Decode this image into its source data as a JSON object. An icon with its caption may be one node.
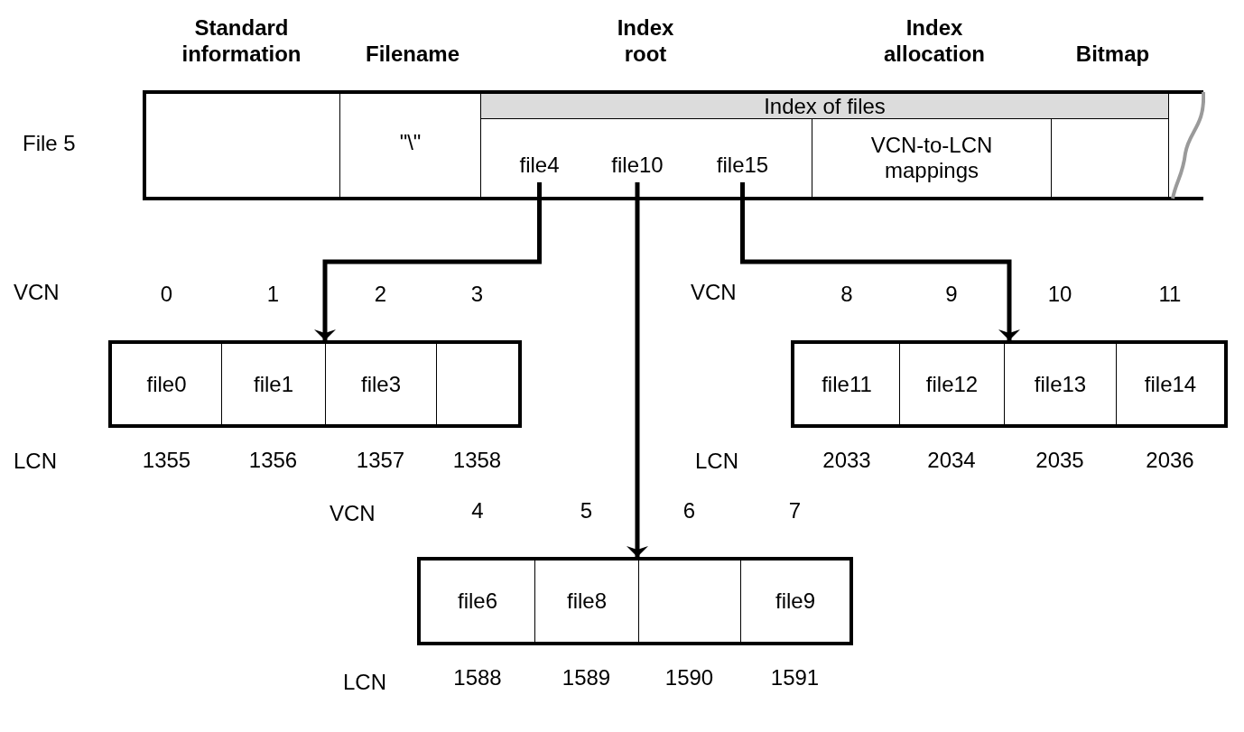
{
  "diagram": {
    "nodes": [
      {
        "text": [],
        "shape": "box",
        "beside": [
          "File 5"
        ]
      },
      {
        "text": [
          "Standard information"
        ],
        "in": 0
      },
      {
        "text": [
          "Filename",
          "\"\\\""
        ],
        "in": 0
      },
      {
        "text": [
          "Index of files"
        ],
        "in": 0
      },
      {
        "text": [
          "Index root"
        ],
        "in": 0
      },
      {
        "text": [
          "file4"
        ],
        "in": 4
      },
      {
        "text": [
          "file10"
        ],
        "in": 4
      },
      {
        "text": [
          "file15"
        ],
        "in": 4
      },
      {
        "text": [
          "Index allocation",
          "VCN-to-LCN mappings"
        ],
        "in": 0
      },
      {
        "text": [
          "Bitmap"
        ],
        "in": 0
      },
      {
        "text": [],
        "shape": "box"
      },
      {
        "text": [
          "file0"
        ],
        "in": 10,
        "beside": [
          "0",
          "1355"
        ]
      },
      {
        "text": [
          "file1"
        ],
        "in": 10,
        "beside": [
          "1",
          "1356"
        ]
      },
      {
        "text": [
          "file3"
        ],
        "in": 10,
        "beside": [
          "2",
          "1357"
        ]
      },
      {
        "text": [],
        "shape": "box",
        "in": 10,
        "beside": [
          "3",
          "1358"
        ]
      },
      {
        "text": [],
        "shape": "box"
      },
      {
        "text": [
          "file11"
        ],
        "in": 15,
        "beside": [
          "8",
          "2033"
        ]
      },
      {
        "text": [
          "file12"
        ],
        "in": 15,
        "beside": [
          "9",
          "2034"
        ]
      },
      {
        "text": [
          "file13"
        ],
        "in": 15,
        "beside": [
          "10",
          "2035"
        ]
      },
      {
        "text": [
          "file14"
        ],
        "in": 15,
        "beside": [
          "11",
          "2036"
        ]
      },
      {
        "text": [],
        "shape": "box"
      },
      {
        "text": [
          "file6"
        ],
        "in": 20,
        "beside": [
          "4",
          "1588"
        ]
      },
      {
        "text": [
          "file8"
        ],
        "in": 20,
        "beside": [
          "5",
          "1589"
        ]
      },
      {
        "text": [],
        "shape": "box",
        "in": 20,
        "beside": [
          "6",
          "1590"
        ]
      },
      {
        "text": [
          "file9"
        ],
        "in": 20,
        "beside": [
          "7",
          "1591"
        ]
      }
    ],
    "edges": [
      {
        "from": 5,
        "to": 10,
        "arrow": "to"
      },
      {
        "from": 7,
        "to": 15,
        "arrow": "to"
      },
      {
        "from": 6,
        "to": 20,
        "arrow": "to"
      }
    ],
    "labels": [
      "VCN",
      "VCN",
      "LCN",
      "LCN",
      "VCN",
      "LCN"
    ]
  }
}
